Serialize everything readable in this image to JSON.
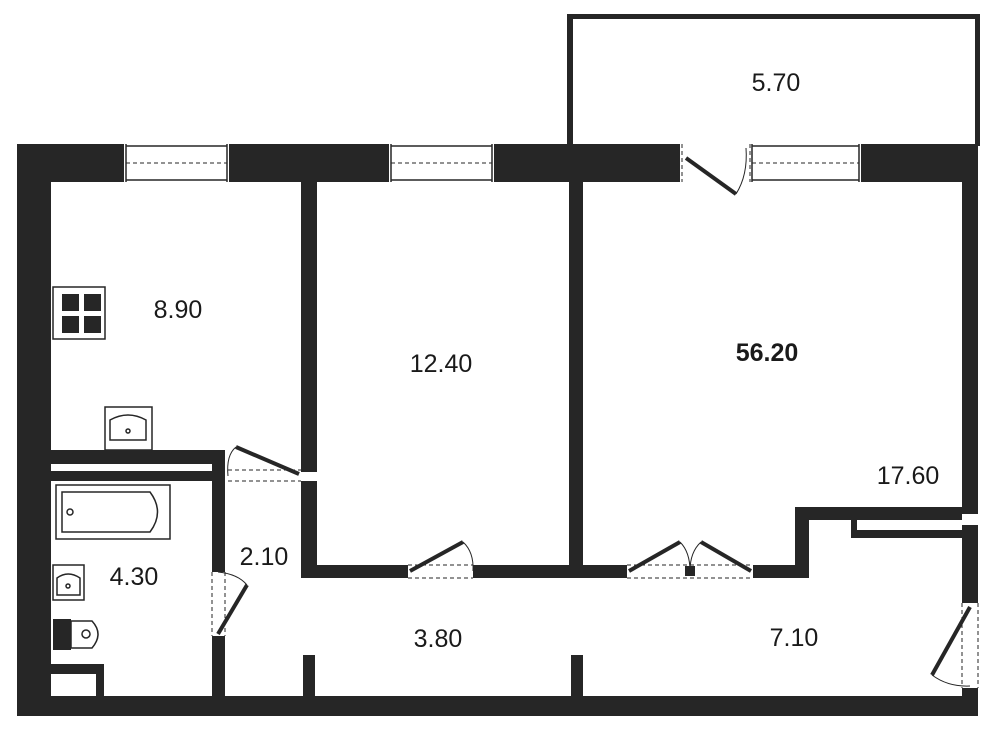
{
  "plan": {
    "total_area": "56.20",
    "rooms": {
      "balcony": "5.70",
      "kitchen": "8.90",
      "bedroom": "12.40",
      "living_room": "17.60",
      "bathroom": "4.30",
      "wc": "2.10",
      "hall": "3.80",
      "corridor": "7.10"
    }
  },
  "colors": {
    "wall": "#262626",
    "background": "#ffffff"
  },
  "icons": [
    "stove-icon",
    "sink-icon",
    "bathtub-icon",
    "washbasin-icon",
    "toilet-icon"
  ]
}
